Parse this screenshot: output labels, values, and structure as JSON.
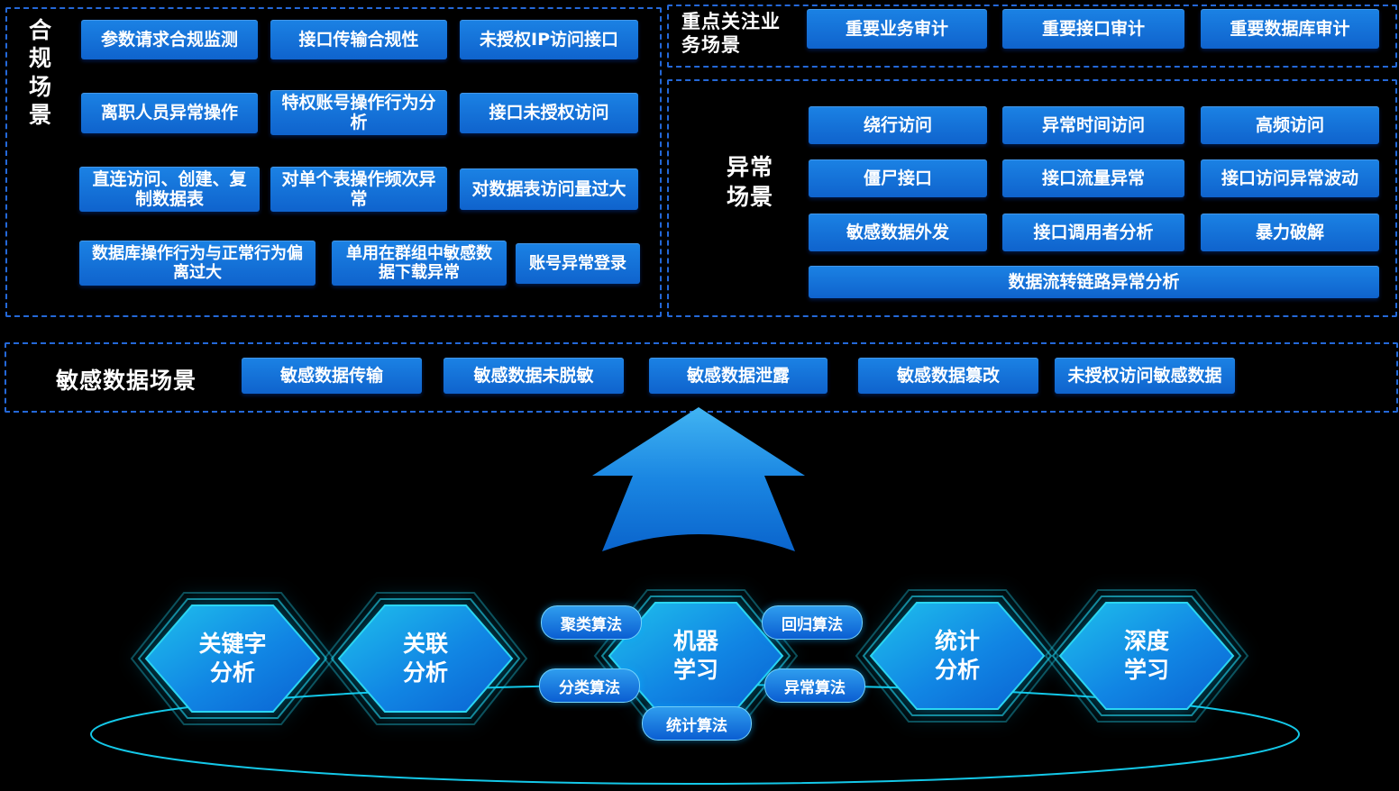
{
  "compliance": {
    "title": "合规场景",
    "buttons": [
      "参数请求合规监测",
      "接口传输合规性",
      "未授权IP访问接口",
      "离职人员异常操作",
      "特权账号操作行为分析",
      "接口未授权访问",
      "直连访问、创建、复制数据表",
      "对单个表操作频次异常",
      "对数据表访问量过大",
      "数据库操作行为与正常行为偏离过大",
      "单用在群组中敏感数据下载异常",
      "账号异常登录"
    ]
  },
  "key_business": {
    "title": "重点关注业务场景",
    "buttons": [
      "重要业务审计",
      "重要接口审计",
      "重要数据库审计"
    ]
  },
  "abnormal": {
    "title": "异常场景",
    "buttons": [
      "绕行访问",
      "异常时间访问",
      "高频访问",
      "僵尸接口",
      "接口流量异常",
      "接口访问异常波动",
      "敏感数据外发",
      "接口调用者分析",
      "暴力破解"
    ],
    "wide_button": "数据流转链路异常分析"
  },
  "sensitive": {
    "title": "敏感数据场景",
    "buttons": [
      "敏感数据传输",
      "敏感数据未脱敏",
      "敏感数据泄露",
      "敏感数据篡改",
      "未授权访问敏感数据"
    ]
  },
  "analysis": {
    "hexagons": [
      "关键字\n分析",
      "关联\n分析",
      "机器\n学习",
      "统计\n分析",
      "深度\n学习"
    ],
    "algorithms": [
      "聚类算法",
      "分类算法",
      "回归算法",
      "异常算法",
      "统计算法"
    ]
  },
  "colors": {
    "button_blue": "#0f63cd",
    "accent_cyan": "#18c8ea",
    "dashed_border": "#2468d8"
  }
}
